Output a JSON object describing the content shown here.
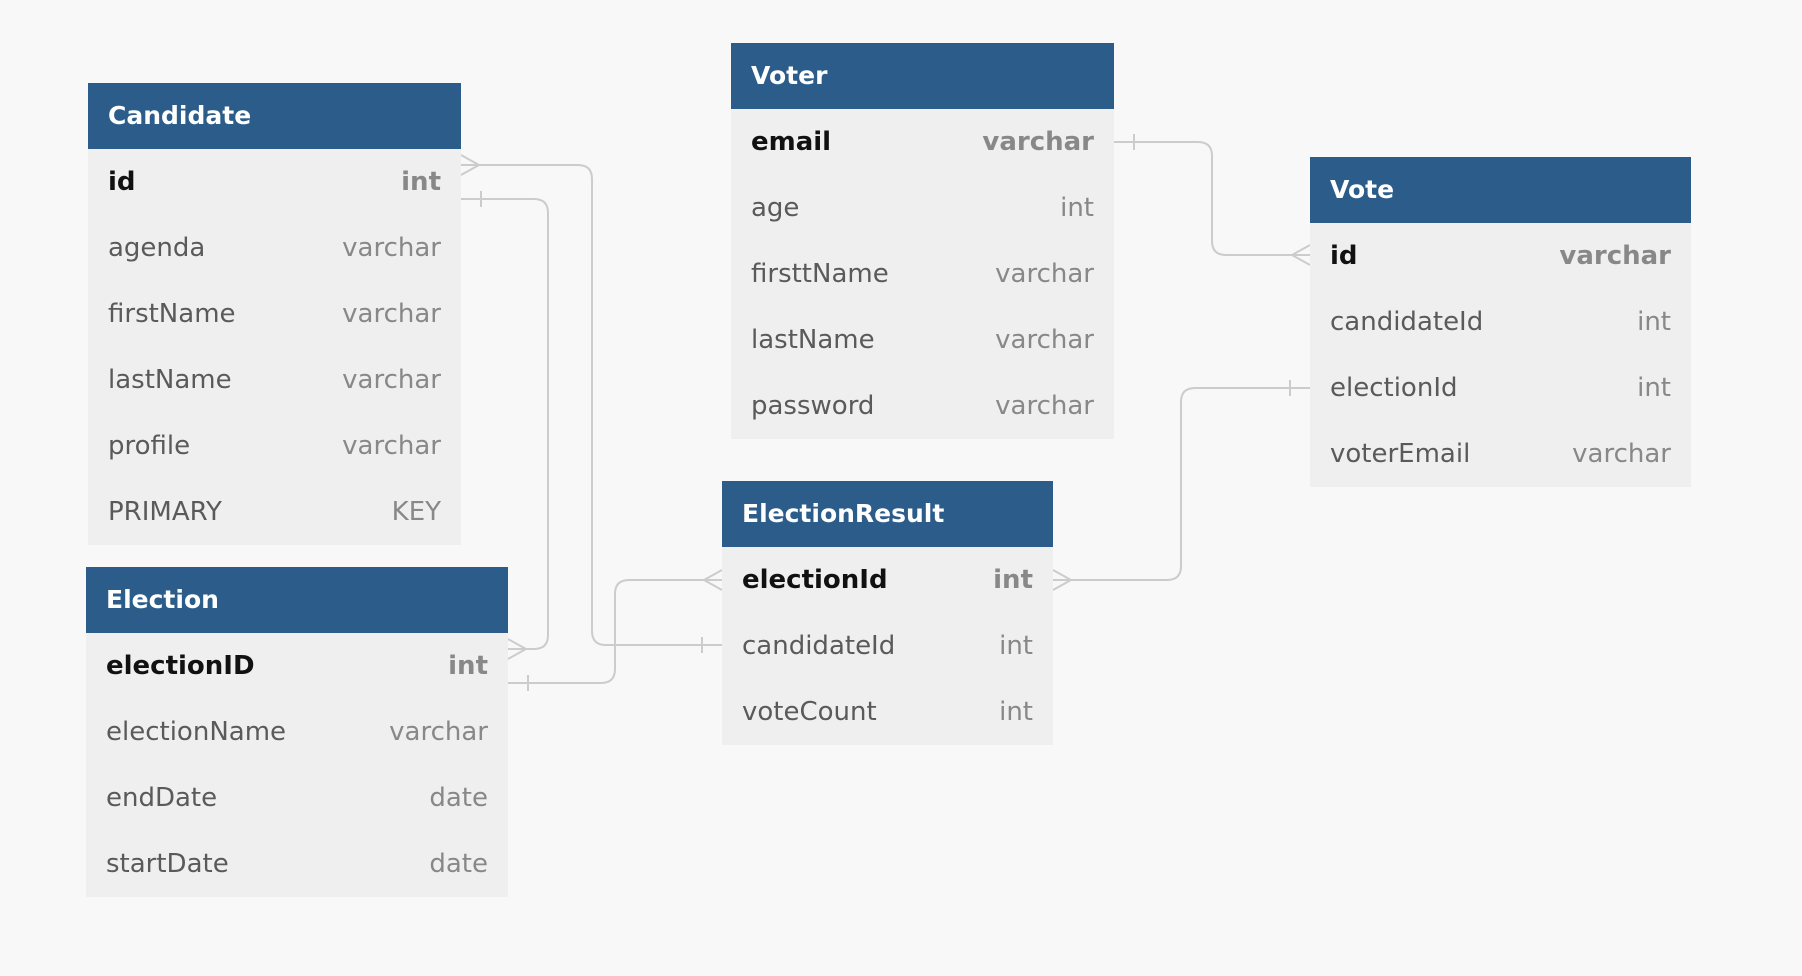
{
  "diagram": {
    "background": "#f8f8f8",
    "header_color": "#2c5d8a",
    "body_color": "#efefef",
    "line_color": "#cccccc"
  },
  "entities": {
    "candidate": {
      "title": "Candidate",
      "columns": [
        {
          "name": "id",
          "type": "int",
          "pk": true
        },
        {
          "name": "agenda",
          "type": "varchar",
          "pk": false
        },
        {
          "name": "firstName",
          "type": "varchar",
          "pk": false
        },
        {
          "name": "lastName",
          "type": "varchar",
          "pk": false
        },
        {
          "name": "profile",
          "type": "varchar",
          "pk": false
        },
        {
          "name": "PRIMARY",
          "type": "KEY",
          "pk": false
        }
      ]
    },
    "voter": {
      "title": "Voter",
      "columns": [
        {
          "name": "email",
          "type": "varchar",
          "pk": true
        },
        {
          "name": "age",
          "type": "int",
          "pk": false
        },
        {
          "name": "firsttName",
          "type": "varchar",
          "pk": false
        },
        {
          "name": "lastName",
          "type": "varchar",
          "pk": false
        },
        {
          "name": "password",
          "type": "varchar",
          "pk": false
        }
      ]
    },
    "vote": {
      "title": "Vote",
      "columns": [
        {
          "name": "id",
          "type": "varchar",
          "pk": true
        },
        {
          "name": "candidateId",
          "type": "int",
          "pk": false
        },
        {
          "name": "electionId",
          "type": "int",
          "pk": false
        },
        {
          "name": "voterEmail",
          "type": "varchar",
          "pk": false
        }
      ]
    },
    "election": {
      "title": "Election",
      "columns": [
        {
          "name": "electionID",
          "type": "int",
          "pk": true
        },
        {
          "name": "electionName",
          "type": "varchar",
          "pk": false
        },
        {
          "name": "endDate",
          "type": "date",
          "pk": false
        },
        {
          "name": "startDate",
          "type": "date",
          "pk": false
        }
      ]
    },
    "electionresult": {
      "title": "ElectionResult",
      "columns": [
        {
          "name": "electionId",
          "type": "int",
          "pk": true
        },
        {
          "name": "candidateId",
          "type": "int",
          "pk": false
        },
        {
          "name": "voteCount",
          "type": "int",
          "pk": false
        }
      ]
    }
  },
  "relationships": [
    {
      "from": "voter.email",
      "from_end": "one",
      "to": "vote.id",
      "to_end": "many"
    },
    {
      "from": "candidate.id",
      "from_end": "many",
      "to": "electionresult.candidateId",
      "to_end": "one"
    },
    {
      "from": "candidate.id",
      "from_end": "one",
      "to": "election.electionID",
      "to_end": "many"
    },
    {
      "from": "election.electionID",
      "from_end": "one",
      "to": "electionresult.electionId",
      "to_end": "many"
    },
    {
      "from": "electionresult.electionId",
      "from_end": "many",
      "to": "vote.electionId",
      "to_end": "one"
    }
  ]
}
